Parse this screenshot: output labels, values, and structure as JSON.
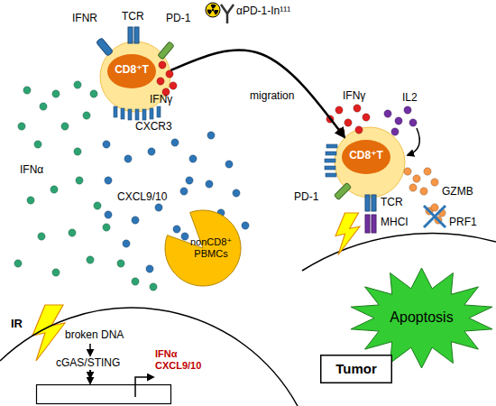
{
  "diagram": {
    "nodes": [
      {
        "text": [
          "CD8⁺T"
        ]
      },
      {
        "text": [
          "nonCD8⁺ PBMCs"
        ]
      },
      {
        "text": [
          "CD8⁺T"
        ]
      },
      {
        "text": [
          "broken DNA",
          "cGAS/STING"
        ]
      },
      {
        "text": [
          "IFNα CXCL9/10"
        ],
        "in": 3
      },
      {
        "text": [
          "Apoptosis"
        ]
      },
      {
        "text": [
          "Tumor"
        ]
      }
    ],
    "edges": [
      {
        "from": 0,
        "to": 2,
        "arrow": "to",
        "label": "migration"
      }
    ],
    "labels": [
      "IFNR",
      "TCR",
      "PD-1",
      "αPD-1-In¹¹¹",
      "IFNγ",
      "CXCR3",
      "IFNα",
      "CXCL9/10",
      "IR",
      "IFNγ",
      "IL2",
      "PD-1",
      "TCR",
      "MHCI",
      "GZMB",
      "PRF1"
    ]
  }
}
